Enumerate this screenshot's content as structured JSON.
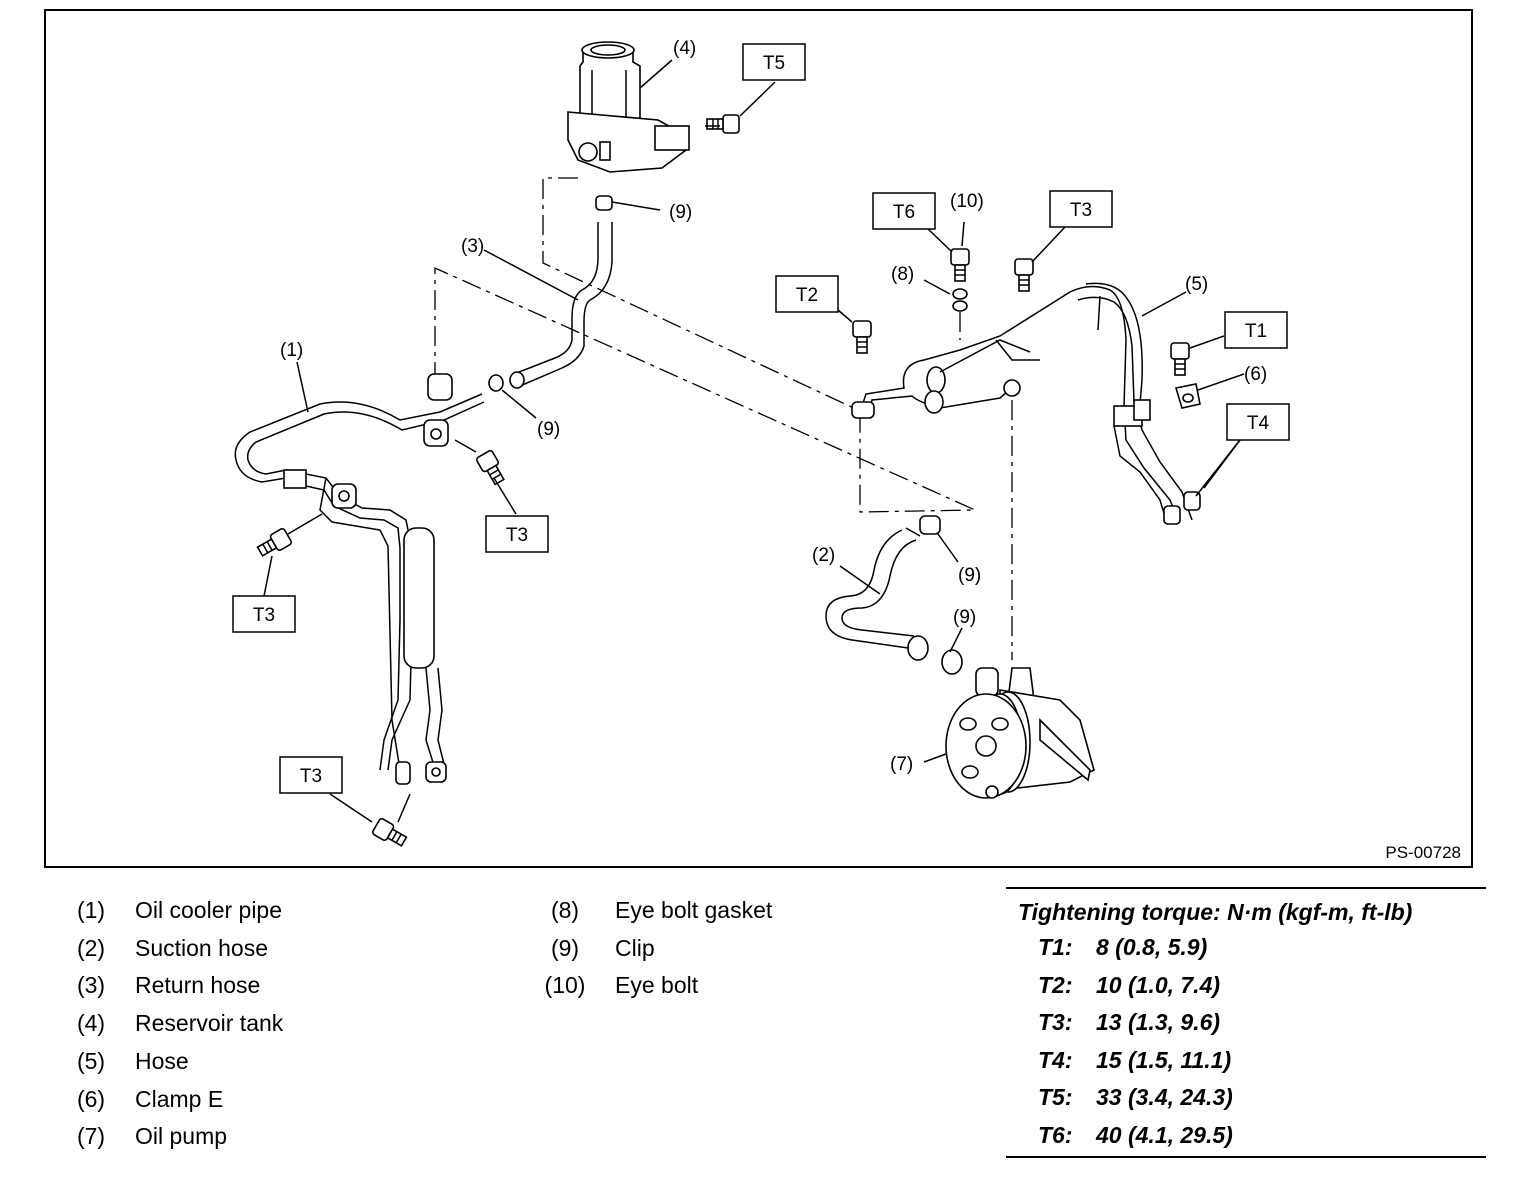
{
  "figure_code": "PS-00728",
  "callouts": {
    "c1": "(1)",
    "c2": "(2)",
    "c3": "(3)",
    "c4": "(4)",
    "c5": "(5)",
    "c6": "(6)",
    "c7": "(7)",
    "c8": "(8)",
    "c9a": "(9)",
    "c9b": "(9)",
    "c9c": "(9)",
    "c9d": "(9)",
    "c10": "(10)"
  },
  "torque_boxes": {
    "t5": "T5",
    "t6": "T6",
    "t3_top": "T3",
    "t2": "T2",
    "t1": "T1",
    "t4": "T4",
    "t3_mid": "T3",
    "t3_left": "T3",
    "t3_bottom": "T3"
  },
  "parts": [
    {
      "num": "(1)",
      "name": "Oil cooler pipe"
    },
    {
      "num": "(2)",
      "name": "Suction hose"
    },
    {
      "num": "(3)",
      "name": "Return hose"
    },
    {
      "num": "(4)",
      "name": "Reservoir tank"
    },
    {
      "num": "(5)",
      "name": "Hose"
    },
    {
      "num": "(6)",
      "name": "Clamp E"
    },
    {
      "num": "(7)",
      "name": "Oil pump"
    },
    {
      "num": "(8)",
      "name": "Eye bolt gasket"
    },
    {
      "num": "(9)",
      "name": "Clip"
    },
    {
      "num": "(10)",
      "name": "Eye bolt"
    }
  ],
  "torque": {
    "title": "Tightening torque: N·m (kgf-m, ft-lb)",
    "rows": [
      {
        "key": "T1:",
        "value": "8 (0.8, 5.9)"
      },
      {
        "key": "T2:",
        "value": "10 (1.0, 7.4)"
      },
      {
        "key": "T3:",
        "value": "13 (1.3, 9.6)"
      },
      {
        "key": "T4:",
        "value": "15 (1.5, 11.1)"
      },
      {
        "key": "T5:",
        "value": "33 (3.4, 24.3)"
      },
      {
        "key": "T6:",
        "value": "40 (4.1, 29.5)"
      }
    ]
  }
}
